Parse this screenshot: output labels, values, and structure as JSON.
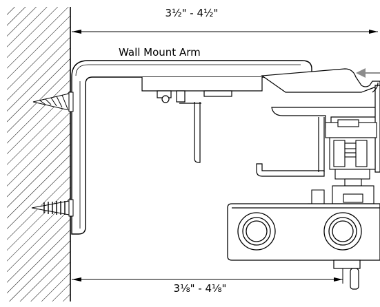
{
  "diagram": {
    "dimension_top": "3½\" - 4½\"",
    "dimension_bottom": "3⅛\" - 4⅛\"",
    "arm_label": "Wall Mount Arm"
  },
  "colors": {
    "line": "#000000",
    "background": "#ffffff",
    "arrow_gray": "#8c8c8c"
  }
}
